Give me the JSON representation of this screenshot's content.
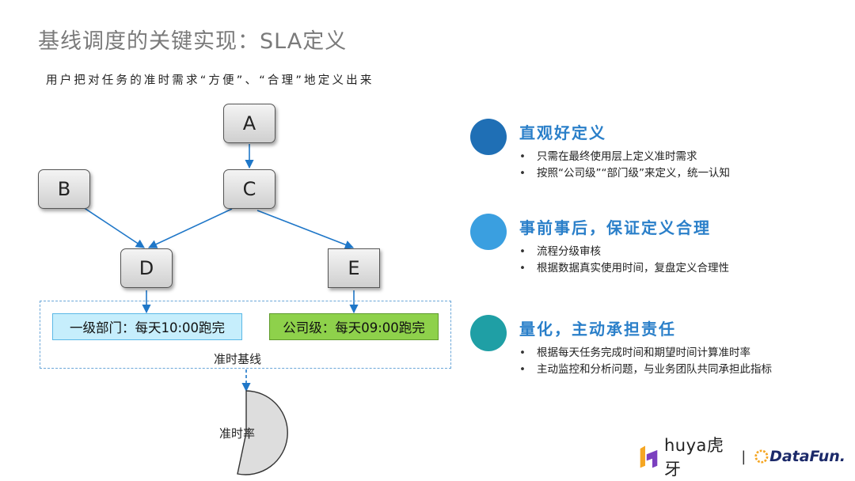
{
  "title": "基线调度的关键实现：SLA定义",
  "subtitle": "用户把对任务的准时需求“方便”、“合理”地定义出来",
  "diagram": {
    "nodes": {
      "a": "A",
      "b": "B",
      "c": "C",
      "d": "D",
      "e": "E"
    },
    "targets": {
      "dept": "一级部门：每天10:00跑完",
      "company": "公司级：每天09:00跑完"
    },
    "baseline_label": "准时基线",
    "pie_label": "准时率"
  },
  "sections": [
    {
      "title": "直观好定义",
      "color": "#1f6fb5",
      "bullets": [
        "只需在最终使用层上定义准时需求",
        "按照“公司级”“部门级”来定义，统一认知"
      ]
    },
    {
      "title": "事前事后，保证定义合理",
      "color": "#3a9fe0",
      "bullets": [
        "流程分级审核",
        "根据数据真实使用时间，复盘定义合理性"
      ]
    },
    {
      "title": "量化，主动承担责任",
      "color": "#1f9fa5",
      "bullets": [
        "根据每天任务完成时间和期望时间计算准时率",
        "主动监控和分析问题，与业务团队共同承担此指标"
      ]
    }
  ],
  "logo": {
    "huya": "huya虎牙",
    "separator": "|",
    "datafun": "DataFun."
  },
  "colors": {
    "arrow": "#1f77c8",
    "accent": "#2a7fc9"
  }
}
